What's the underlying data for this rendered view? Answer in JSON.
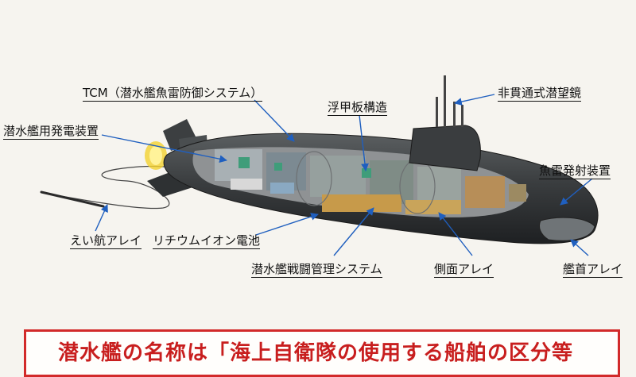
{
  "labels": {
    "tcm": "TCM（潜水艦魚雷防御システム）",
    "power": "潜水艦用発電装置",
    "deck": "浮甲板構造",
    "periscope": "非貫通式潜望鏡",
    "torpedo_tube": "魚雷発射装置",
    "towed_array": "えい航アレイ",
    "battery": "リチウムイオン電池",
    "combat_system": "潜水艦戦闘管理システム",
    "flank_array": "側面アレイ",
    "bow_array": "艦首アレイ"
  },
  "banner": {
    "text": "潜水艦の名称は「海上自衛隊の使用する船舶の区分等"
  },
  "colors": {
    "hull": "#3a3d3f",
    "arrow": "#1f5fbf",
    "banner_border": "#d22a2a",
    "banner_text": "#c81e1e"
  }
}
